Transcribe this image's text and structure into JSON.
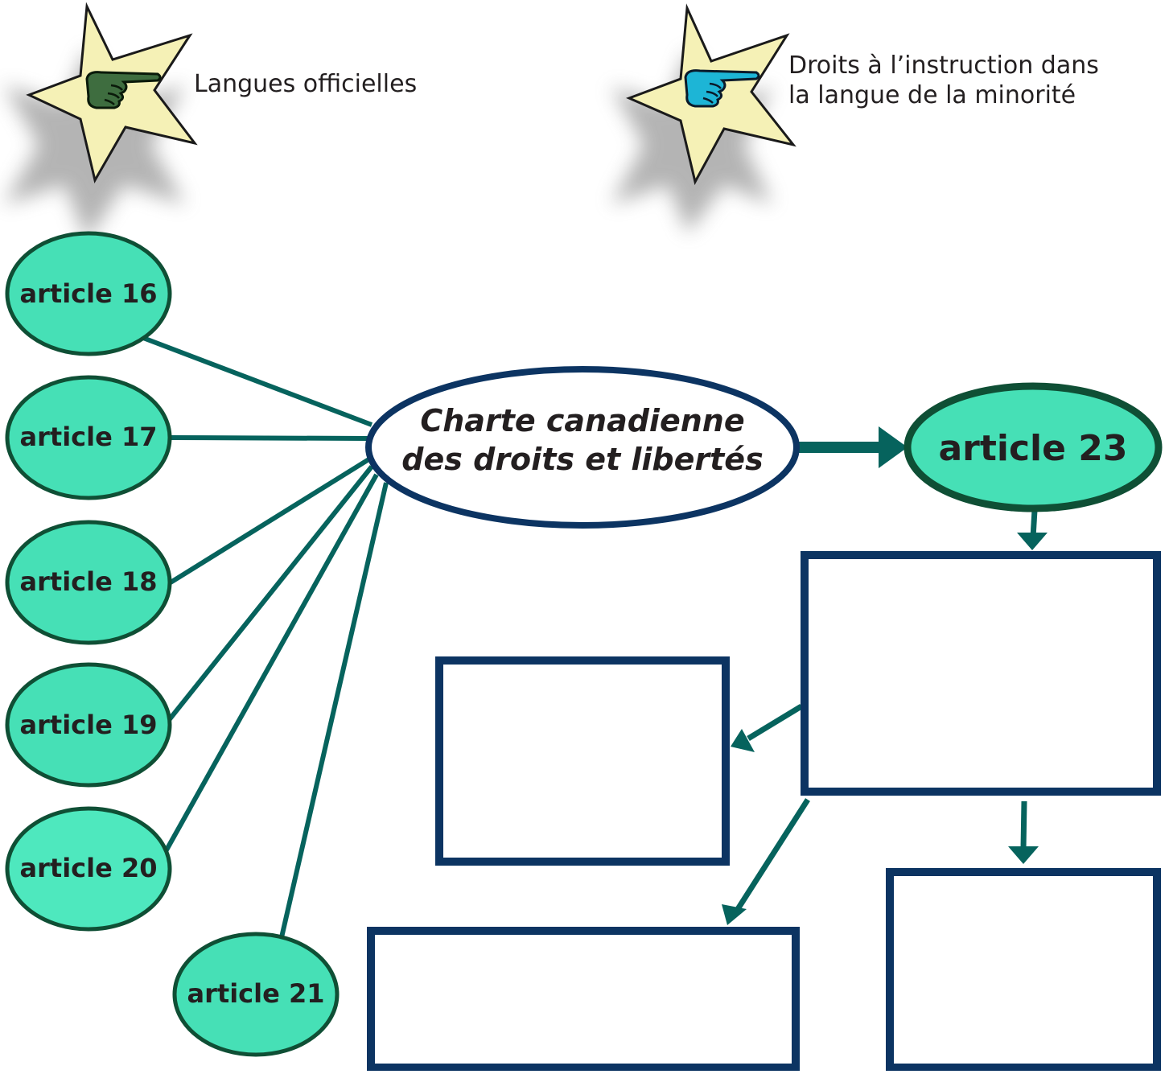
{
  "colors": {
    "node_fill": "#46e0b6",
    "node_stroke": "#0f4f35",
    "connector": "#06635d",
    "box_stroke": "#0c3462",
    "star_fill": "#f5f1b6",
    "hand_green": "#3e6d3f",
    "hand_blue": "#1db5d6"
  },
  "legend": [
    {
      "id": "official-languages",
      "label": "Langues officielles",
      "icon": "pointing-hand-icon",
      "icon_color": "#3e6d3f"
    },
    {
      "id": "minority-education",
      "label": "Droits à l’instruction dans la langue de la minorité",
      "line1": "Droits à l’instruction dans",
      "line2": "la langue de la minorité",
      "icon": "pointing-hand-icon",
      "icon_color": "#1db5d6"
    }
  ],
  "center": {
    "line1": "Charte canadienne",
    "line2": "des droits et libertés"
  },
  "articles": [
    {
      "label": "article 16"
    },
    {
      "label": "article 17"
    },
    {
      "label": "article 18"
    },
    {
      "label": "article 19"
    },
    {
      "label": "article 20"
    },
    {
      "label": "article 21"
    }
  ],
  "article23": {
    "label": "article 23"
  },
  "boxes": [
    {
      "id": "box-main",
      "text": ""
    },
    {
      "id": "box-left",
      "text": ""
    },
    {
      "id": "box-bottom-left",
      "text": ""
    },
    {
      "id": "box-bottom-right",
      "text": ""
    }
  ]
}
